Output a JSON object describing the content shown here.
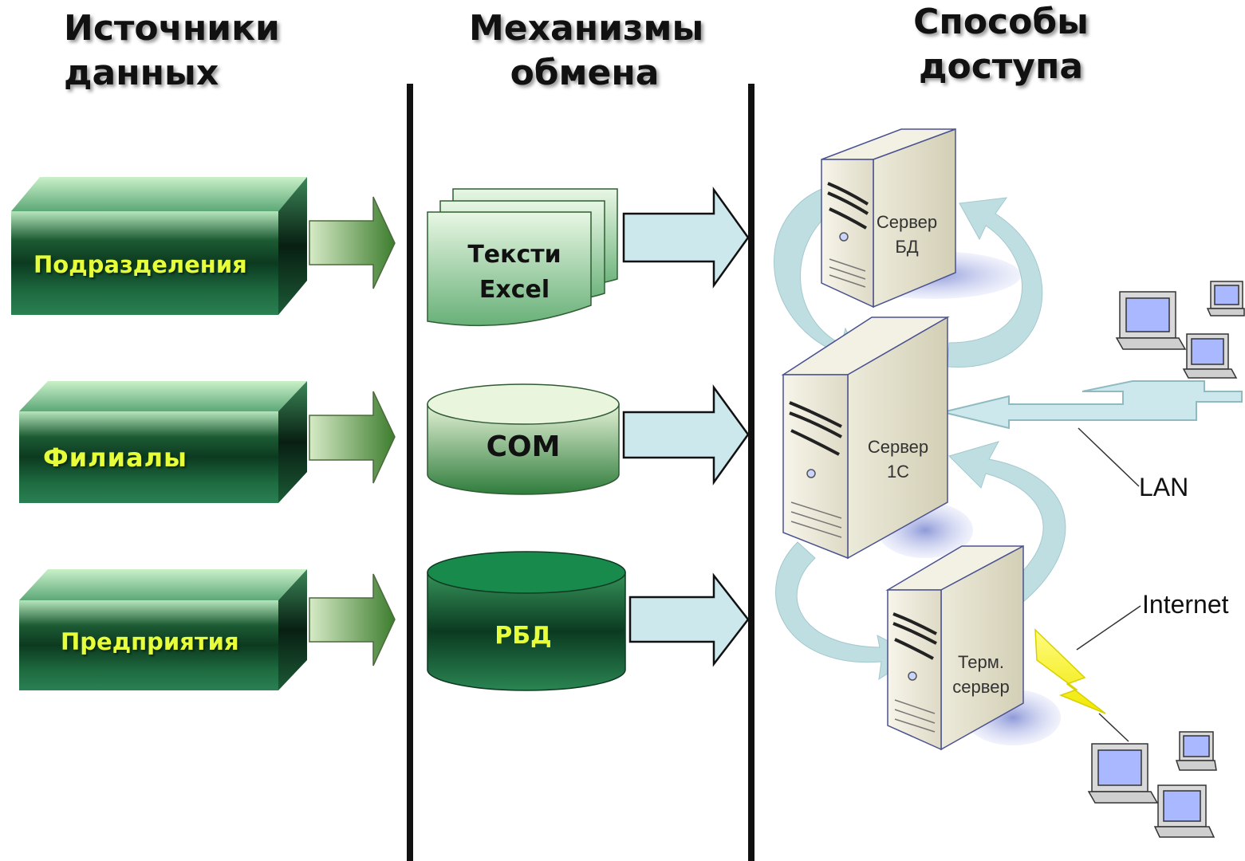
{
  "headers": {
    "sources": [
      "Источники",
      "данных"
    ],
    "mechanisms": [
      "Механизмы",
      "обмена"
    ],
    "access": [
      "Способы",
      "доступа"
    ]
  },
  "sources": [
    "Подразделения",
    "Филиалы",
    "Предприятия"
  ],
  "mechanisms": {
    "files": [
      "Тексти",
      "Excel"
    ],
    "com": "COM",
    "rdb": "РБД"
  },
  "servers": {
    "db": [
      "Сервер",
      "БД"
    ],
    "app": [
      "Сервер",
      "1С"
    ],
    "terminal": [
      "Терм.",
      "сервер"
    ]
  },
  "network": {
    "lan": "LAN",
    "internet": "Internet"
  },
  "colors": {
    "box_dark": "#0c3a20",
    "box_light": "#b6e6bc",
    "source_text": "#e6ff3a",
    "flow_arrow": "#cce7ea",
    "server_body": "#f1eee0",
    "screen": "#aab8ff"
  }
}
